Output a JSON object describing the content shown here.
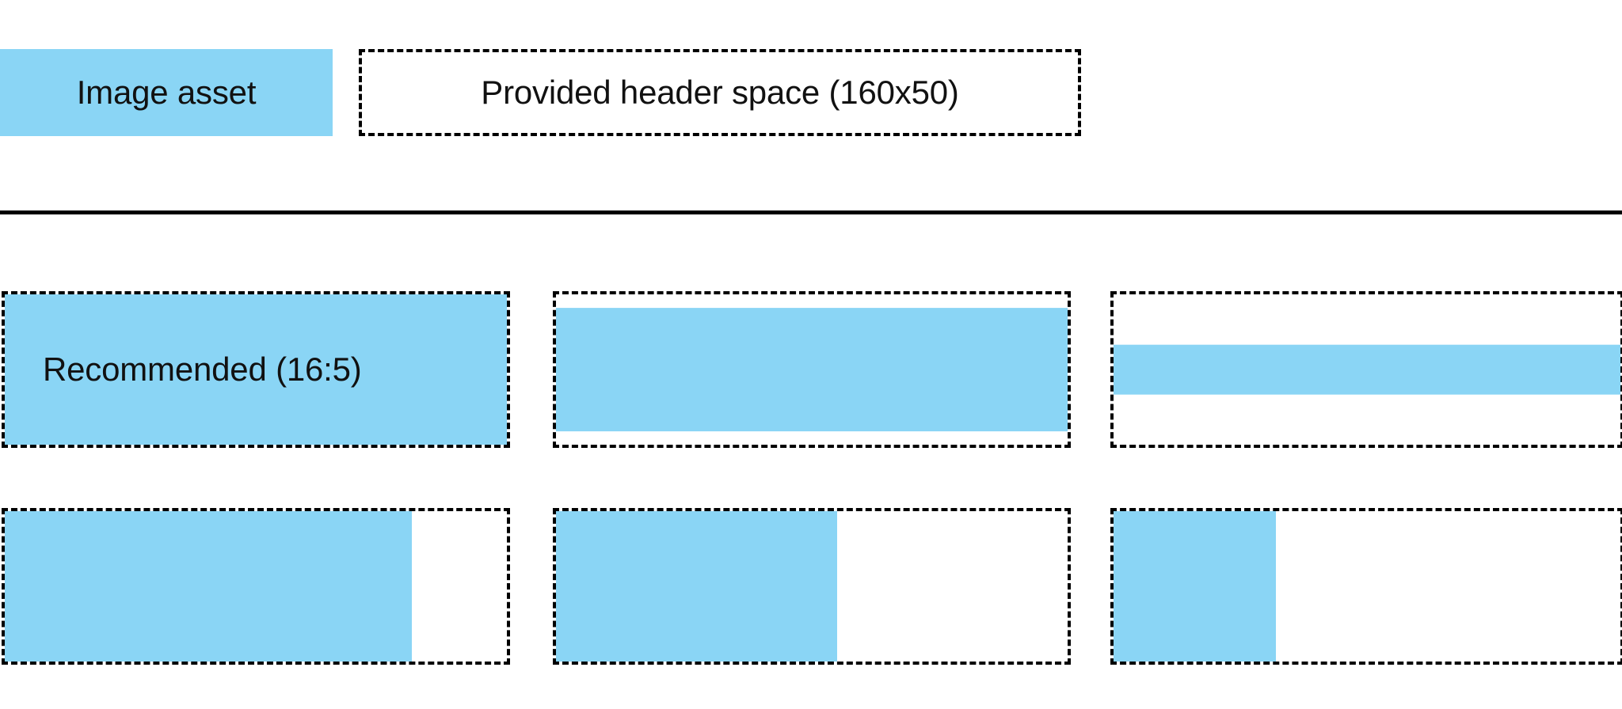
{
  "colors": {
    "accent": "#8AD5F5",
    "outline": "#000000",
    "background": "#ffffff",
    "text": "#111111"
  },
  "header": {
    "asset_swatch_label": "Image asset",
    "provided_space_label": "Provided header space (160x50)"
  },
  "divider": {
    "present": true
  },
  "spec_grid": {
    "rows": [
      {
        "name": "aspect-ratio-examples",
        "cells": [
          {
            "name": "recommended-16-5",
            "label": "Recommended (16:5)",
            "fill_mode": "full",
            "fill_width_pct": 100,
            "fill_height_pct": 100
          },
          {
            "name": "taller-than-recommended",
            "label": "",
            "fill_mode": "band",
            "fill_width_pct": 100,
            "fill_height_pct": 82
          },
          {
            "name": "short-wide-band",
            "label": "",
            "fill_mode": "band",
            "fill_width_pct": 100,
            "fill_height_pct": 33
          }
        ]
      },
      {
        "name": "narrower-width-examples",
        "cells": [
          {
            "name": "narrow-width-81",
            "label": "",
            "fill_mode": "anchor-left",
            "fill_width_pct": 81,
            "fill_height_pct": 100
          },
          {
            "name": "narrow-width-55",
            "label": "",
            "fill_mode": "anchor-left",
            "fill_width_pct": 55,
            "fill_height_pct": 100
          },
          {
            "name": "narrow-width-32",
            "label": "",
            "fill_mode": "anchor-left",
            "fill_width_pct": 32,
            "fill_height_pct": 100
          }
        ]
      }
    ]
  }
}
